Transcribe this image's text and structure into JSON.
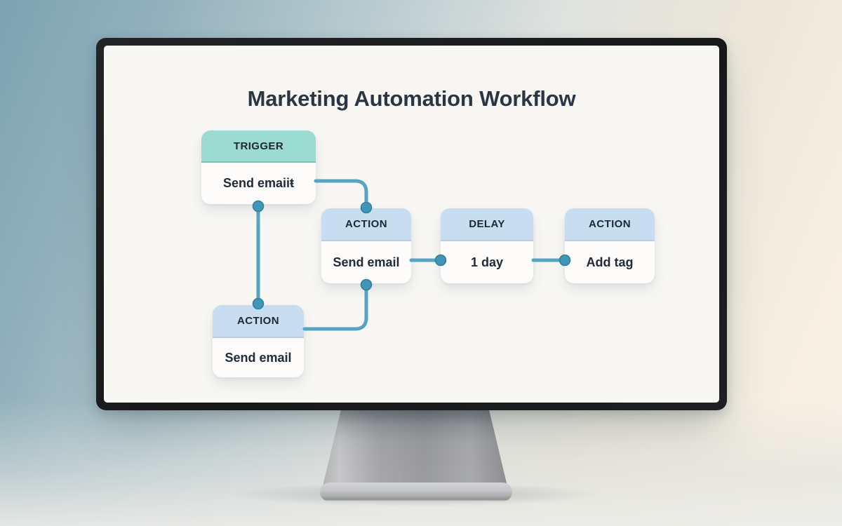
{
  "screen": {
    "title": "Marketing Automation Workflow"
  },
  "nodes": [
    {
      "type_label": "TRIGGER",
      "value": "Send emaiiŧ"
    },
    {
      "type_label": "ACTION",
      "value": "Send email"
    },
    {
      "type_label": "DELAY",
      "value": "1 day"
    },
    {
      "type_label": "ACTION",
      "value": "Add tag"
    },
    {
      "type_label": "ACTION",
      "value": "Send email"
    }
  ],
  "colors": {
    "trigger_header": "#9cdbd1",
    "trigger_header_border": "#6fc4b8",
    "action_header": "#c9ddf1",
    "connector_line": "#55a5c2",
    "connector_port": "#4196b8",
    "title_text": "#2c3544",
    "node_text": "#202a38",
    "screen_background": "#f8f7f4",
    "monitor_bezel": "#17181a",
    "background_teal": "#7ea3b1",
    "background_cream": "#f8f2e6"
  }
}
